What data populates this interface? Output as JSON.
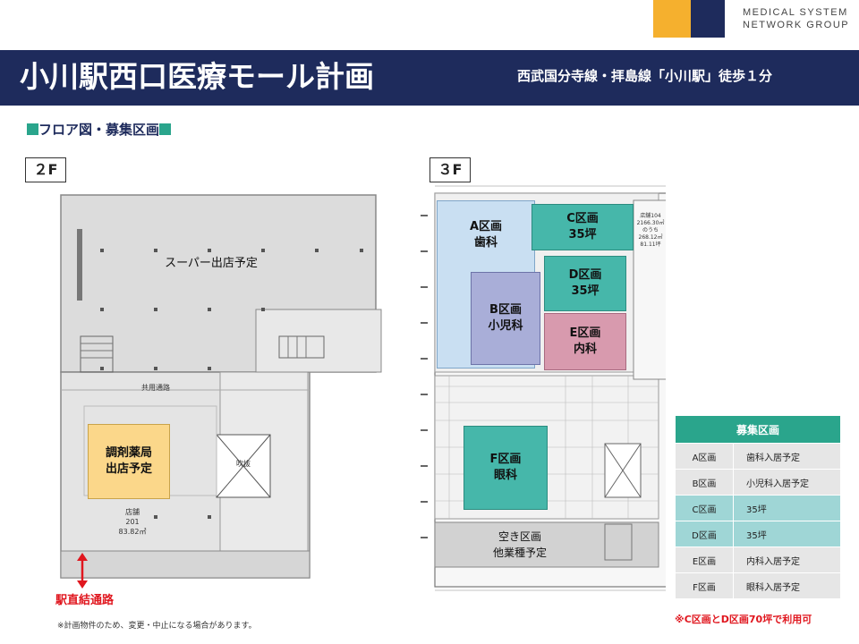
{
  "logo": {
    "line1": "MEDICAL SYSTEM",
    "line2": "NETWORK GROUP",
    "yellow": "#f5b02e",
    "navy": "#1e2b5c"
  },
  "header": {
    "title": "小川駅西口医療モール計画",
    "subtitle": "西武国分寺線・拝島線「小川駅」徒歩１分"
  },
  "section_title": "フロア図・募集区画",
  "floor2": {
    "label": "２F",
    "supermarket": "スーパー出店予定",
    "pharmacy": "調剤薬局\n出店予定",
    "passage": "駅直結通路",
    "small": {
      "corridor": "共用通路",
      "shop": "店舗\n201\n83.82㎡",
      "elevator": "吹抜"
    }
  },
  "floor3": {
    "label": "３F",
    "zones": {
      "A": "A区画\n歯科",
      "B": "B区画\n小児科",
      "C": "C区画\n35坪",
      "D": "D区画\n35坪",
      "E": "E区画\n内科",
      "F": "F区画\n眼科",
      "vacant": "空き区画\n他業種予定",
      "store_info": "店舗104\n2166.30㎡\nのうち\n268.12㎡\n81.11坪"
    }
  },
  "table": {
    "header": "募集区画",
    "rows": [
      {
        "zone": "A区画",
        "plan": "歯科入居予定",
        "style": "g"
      },
      {
        "zone": "B区画",
        "plan": "小児科入居予定",
        "style": "g"
      },
      {
        "zone": "C区画",
        "plan": "35坪",
        "style": "t"
      },
      {
        "zone": "D区画",
        "plan": "35坪",
        "style": "t"
      },
      {
        "zone": "E区画",
        "plan": "内科入居予定",
        "style": "g"
      },
      {
        "zone": "F区画",
        "plan": "眼科入居予定",
        "style": "g"
      }
    ]
  },
  "note": "※C区画とD区画70坪で利用可",
  "disclaimer": "※計画物件のため、変更・中止になる場合があります。",
  "colors": {
    "teal": "#2aa58c",
    "blue_zone": "#c9dff2",
    "purple_zone": "#a9aed8",
    "pink_zone": "#d89aae",
    "teal_zone": "#46b7aa",
    "pharmacy": "#fbd78a",
    "red": "#e0161e"
  }
}
